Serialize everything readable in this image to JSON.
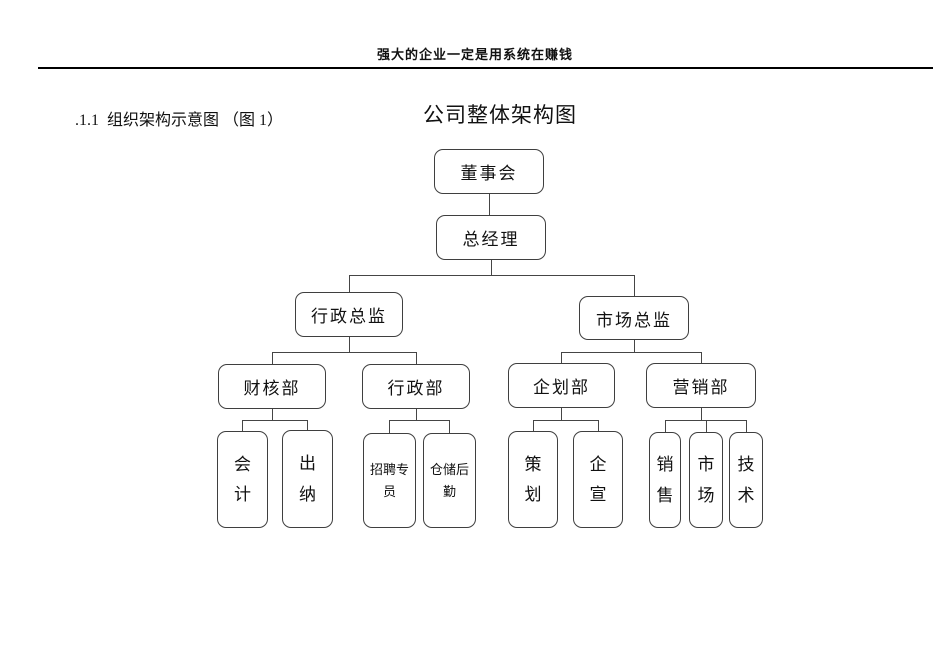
{
  "page": {
    "header_text": "强大的企业一定是用系统在赚钱",
    "section_heading": ".1.1  组织架构示意图 （图 1）",
    "chart_title": "公司整体架构图"
  },
  "org_chart": {
    "nodes": {
      "board": {
        "label": "董事会"
      },
      "general_manager": {
        "label": "总经理"
      },
      "admin_director": {
        "label": "行政总监"
      },
      "market_director": {
        "label": "市场总监"
      },
      "finance_dept": {
        "label": "财核部"
      },
      "admin_dept": {
        "label": "行政部"
      },
      "planning_dept": {
        "label": "企划部"
      },
      "marketing_dept": {
        "label": "营销部"
      },
      "accounting": {
        "label": "会计"
      },
      "cashier": {
        "label": "出纳"
      },
      "recruiting_specialist": {
        "label": "招聘专员"
      },
      "warehouse_logistics": {
        "label": "仓储后勤"
      },
      "planner": {
        "label": "策划"
      },
      "corporate_publicity": {
        "label": "企宣"
      },
      "sales": {
        "label": "销售"
      },
      "market": {
        "label": "市场"
      },
      "technology": {
        "label": "技术"
      }
    },
    "hierarchy": [
      {
        "parent": "董事会",
        "children": [
          "总经理"
        ]
      },
      {
        "parent": "总经理",
        "children": [
          "行政总监",
          "市场总监"
        ]
      },
      {
        "parent": "行政总监",
        "children": [
          "财核部",
          "行政部"
        ]
      },
      {
        "parent": "市场总监",
        "children": [
          "企划部",
          "营销部"
        ]
      },
      {
        "parent": "财核部",
        "children": [
          "会计",
          "出纳"
        ]
      },
      {
        "parent": "行政部",
        "children": [
          "招聘专员",
          "仓储后勤"
        ]
      },
      {
        "parent": "企划部",
        "children": [
          "策划",
          "企宣"
        ]
      },
      {
        "parent": "营销部",
        "children": [
          "销售",
          "市场",
          "技术"
        ]
      }
    ],
    "colors": {
      "background": "#ffffff",
      "box_border": "#3f3f3f",
      "connector_line": "#454545",
      "text": "#111111"
    }
  }
}
